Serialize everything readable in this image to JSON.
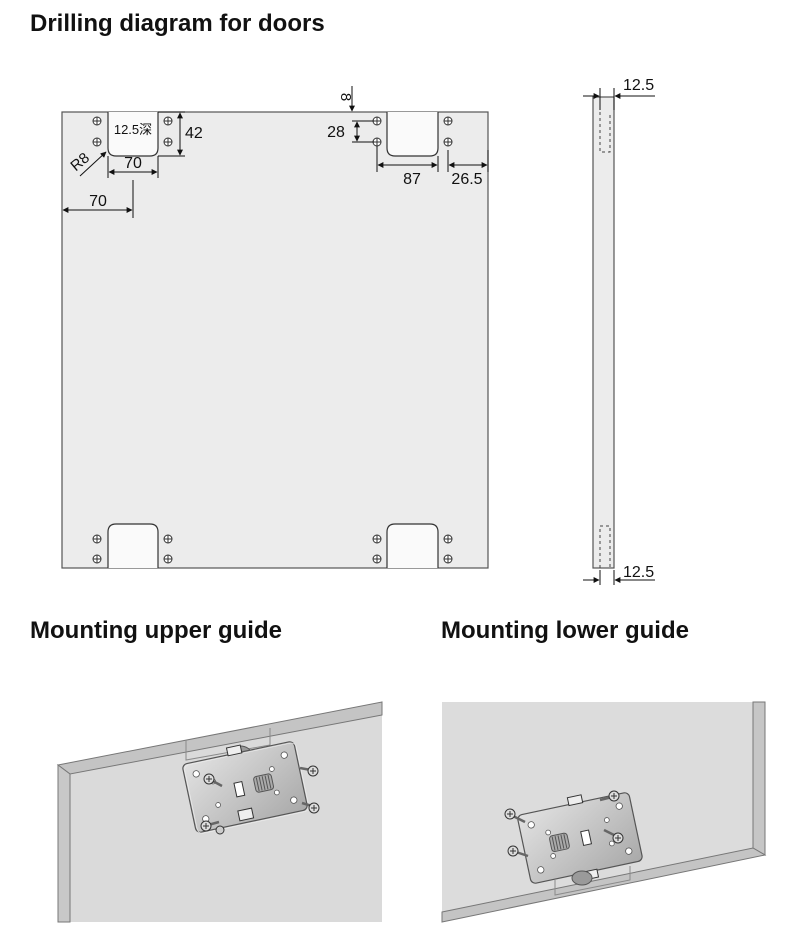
{
  "titles": {
    "drilling": "Drilling diagram for doors",
    "upper": "Mounting upper guide",
    "lower": "Mounting lower guide"
  },
  "dimensions": {
    "depth_label": "12.5深",
    "pocket_height": "42",
    "pocket_width": "70",
    "radius": "R8",
    "edge_offset": "70",
    "top_offset": "8",
    "hole_spacing": "28",
    "pocket_left_right": "87",
    "edge_right": "26.5",
    "side_top": "12.5",
    "side_bottom": "12.5"
  },
  "colors": {
    "panel": "#ececec",
    "panel_stroke": "#555555",
    "board": "#d8d8d8",
    "board_edge": "#bfbfbf",
    "plate": "#c9c9c9"
  }
}
